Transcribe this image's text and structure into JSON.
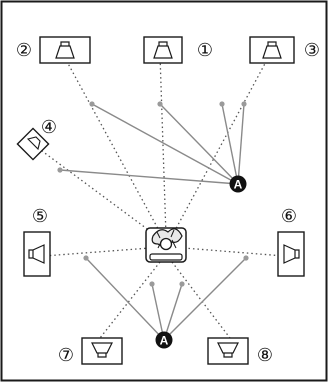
{
  "diagram": {
    "colors": {
      "outline": "#1a1a1a",
      "guide": "#555555",
      "measure_line": "#8a8a8a",
      "node": "#9a9a9a",
      "marker_fill": "#111111",
      "marker_text": "#ffffff"
    },
    "speakers": [
      {
        "id": "2",
        "label": "②"
      },
      {
        "id": "1",
        "label": "①"
      },
      {
        "id": "3",
        "label": "③"
      },
      {
        "id": "4",
        "label": "④"
      },
      {
        "id": "5",
        "label": "⑤"
      },
      {
        "id": "6",
        "label": "⑥"
      },
      {
        "id": "7",
        "label": "⑦"
      },
      {
        "id": "8",
        "label": "⑧"
      }
    ],
    "markers": [
      {
        "id": "upper",
        "label": "A"
      },
      {
        "id": "lower",
        "label": "A"
      }
    ]
  }
}
